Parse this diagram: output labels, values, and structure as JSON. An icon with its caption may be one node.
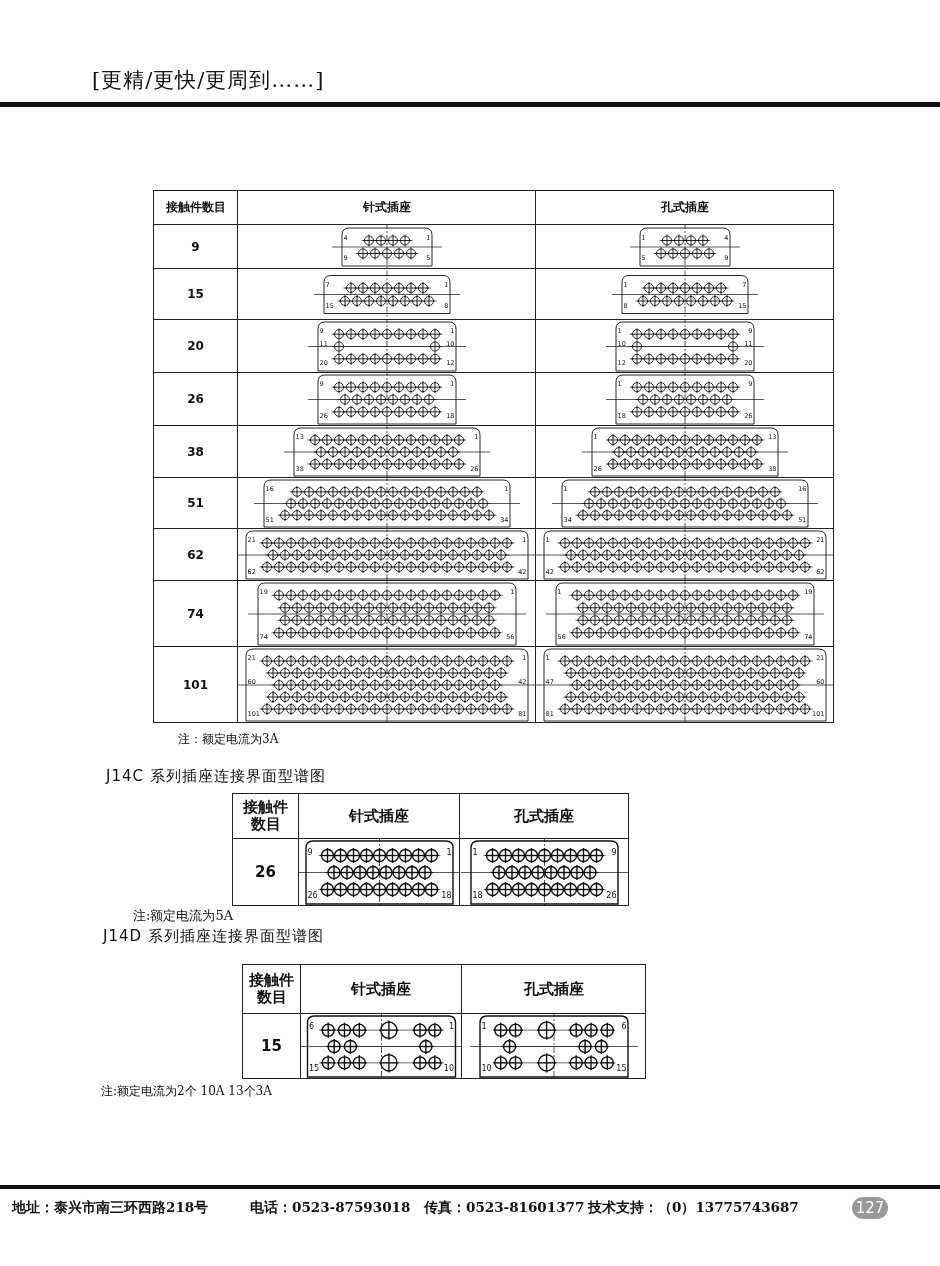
{
  "diagram": {
    "labels": [
      "[更精/更快/更周到……]",
      "接触件数目",
      "针式插座",
      "孔式插座",
      "9",
      "4",
      "1",
      "9",
      "5",
      "1",
      "4",
      "5",
      "9",
      "15",
      "7",
      "1",
      "15",
      "8",
      "1",
      "7",
      "8",
      "15",
      "20",
      "9",
      "1",
      "11",
      "10",
      "20",
      "12",
      "1",
      "9",
      "10",
      "11",
      "12",
      "20",
      "26",
      "9",
      "1",
      "26",
      "18",
      "1",
      "9",
      "18",
      "26",
      "38",
      "13",
      "1",
      "38",
      "26",
      "1",
      "13",
      "26",
      "38",
      "51",
      "16",
      "1",
      "51",
      "34",
      "1",
      "16",
      "34",
      "51",
      "62",
      "21",
      "1",
      "62",
      "42",
      "1",
      "21",
      "42",
      "62",
      "74",
      "19",
      "1",
      "74",
      "56",
      "1",
      "19",
      "56",
      "74",
      "101",
      "21",
      "1",
      "60",
      "42",
      "101",
      "81",
      "1",
      "21",
      "47",
      "60",
      "81",
      "101",
      "注：额定电流为3A",
      "J14C 系列插座连接界面型谱图",
      "接触件数目",
      "针式插座",
      "孔式插座",
      "26",
      "9",
      "1",
      "26",
      "18",
      "1",
      "9",
      "18",
      "26",
      "注:额定电流为5A",
      "J14D 系列插座连接界面型谱图",
      "接触件数目",
      "针式插座",
      "孔式插座",
      "15",
      "6",
      "1",
      "15",
      "10",
      "1",
      "6",
      "10",
      "15",
      "注:额定电流为2个 10A 13个3A",
      "地址：泰兴市南三环西路218号",
      "电话：0523-87593018",
      "传真：0523-81601377",
      "技术支持：（0）13775743687",
      "127"
    ]
  }
}
